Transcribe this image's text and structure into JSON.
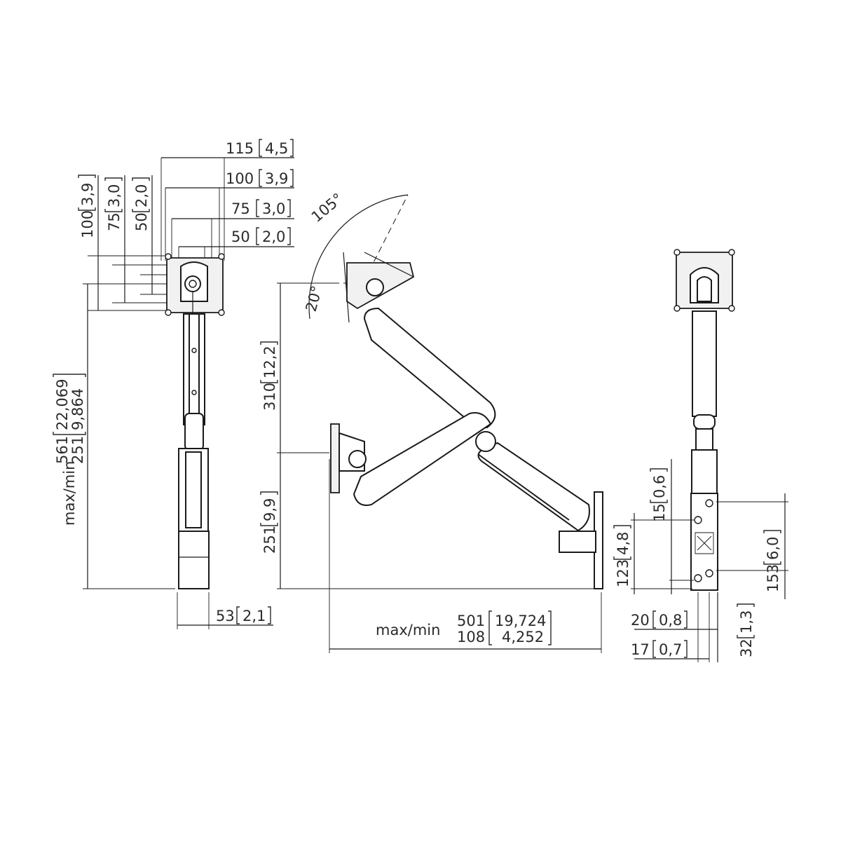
{
  "front_view": {
    "top_dims": [
      {
        "value": "115",
        "inch": "4,5"
      },
      {
        "value": "100",
        "inch": "3,9"
      },
      {
        "value": "75",
        "inch": "3,0"
      },
      {
        "value": "50",
        "inch": "2,0"
      }
    ],
    "side_dims": [
      {
        "value": "100",
        "inch": "3,9"
      },
      {
        "value": "75",
        "inch": "3,0"
      },
      {
        "value": "50",
        "inch": "2,0"
      }
    ],
    "height_label": "max/min",
    "height_max": {
      "value": "561",
      "inch": "22,069"
    },
    "height_min": {
      "value": "251",
      "inch": "9,864"
    },
    "bottom_dim": {
      "value": "53",
      "inch": "2,1"
    }
  },
  "side_view": {
    "tilt_up": "105°",
    "tilt_down": "20°",
    "upper_dim": {
      "value": "310",
      "inch": "12,2"
    },
    "lower_dim": {
      "value": "251",
      "inch": "9,9"
    },
    "reach_label": "max/min",
    "reach_max": {
      "value": "501",
      "inch": "19,724"
    },
    "reach_min": {
      "value": "108",
      "inch": "4,252"
    }
  },
  "rear_view": {
    "plate_left_dims": [
      {
        "value": "15",
        "inch": "0,6"
      },
      {
        "value": "123",
        "inch": "4,8"
      }
    ],
    "plate_right_dim": {
      "value": "153",
      "inch": "6,0"
    },
    "bottom_dims": [
      {
        "value": "20",
        "inch": "0,8"
      },
      {
        "value": "17",
        "inch": "0,7"
      }
    ],
    "bottom_right_dim": {
      "value": "32",
      "inch": "1,3"
    }
  }
}
